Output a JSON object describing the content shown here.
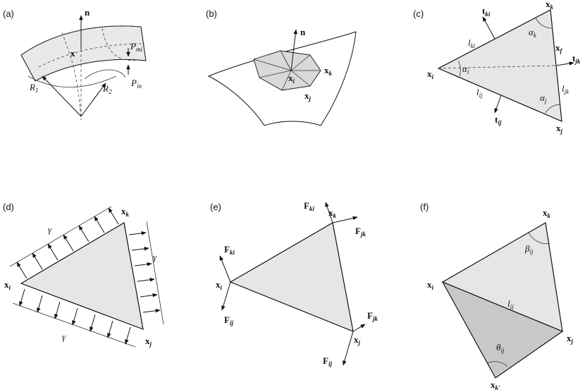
{
  "panels": {
    "a": {
      "label": "(a)",
      "n": "n",
      "x": "x",
      "Pmi": "P",
      "Pmi_sub": "mi",
      "Pin": "P",
      "Pin_sub": "in",
      "R1": "R",
      "R1_sub": "1",
      "R2": "R",
      "R2_sub": "2"
    },
    "b": {
      "label": "(b)",
      "n": "n",
      "xi": "x",
      "xi_sub": "i",
      "xk": "x",
      "xk_sub": "k",
      "xj": "x",
      "xj_sub": "j"
    },
    "c": {
      "label": "(c)",
      "xk": "x",
      "xk_sub": "k",
      "xi": "x",
      "xi_sub": "i",
      "xj": "x",
      "xj_sub": "j",
      "xf": "x",
      "xf_sub": "f",
      "tki": "t",
      "tki_sub": "ki",
      "tjk": "t",
      "tjk_sub": "jk",
      "tij": "t",
      "tij_sub": "ij",
      "lki": "l",
      "lki_sub": "ki",
      "ljk": "l",
      "ljk_sub": "jk",
      "lij": "l",
      "lij_sub": "ij",
      "ak": "α",
      "ak_sub": "k",
      "ai": "α",
      "ai_sub": "i",
      "aj": "α",
      "aj_sub": "j"
    },
    "d": {
      "label": "(d)",
      "xk": "x",
      "xk_sub": "k",
      "xi": "x",
      "xi_sub": "i",
      "xj": "x",
      "xj_sub": "j",
      "gamma": "γ"
    },
    "e": {
      "label": "(e)",
      "xk": "x",
      "xk_sub": "k",
      "xi": "x",
      "xi_sub": "i",
      "xj": "x",
      "xj_sub": "j",
      "Fki_top": "F",
      "Fki_top_sub": "ki",
      "Fjk_top": "F",
      "Fjk_top_sub": "jk",
      "Fki_left": "F",
      "Fki_left_sub": "ki",
      "Fij_left": "F",
      "Fij_left_sub": "ij",
      "Fjk_right": "F",
      "Fjk_right_sub": "jk",
      "Fij_bottom": "F",
      "Fij_bottom_sub": "ij"
    },
    "f": {
      "label": "(f)",
      "xk": "x",
      "xk_sub": "k",
      "xi": "x",
      "xi_sub": "i",
      "xj": "x",
      "xj_sub": "j",
      "xkp": "x",
      "xkp_sub": "k'",
      "beta": "β",
      "beta_sub": "ij",
      "lij": "l",
      "lij_sub": "ij",
      "theta": "θ",
      "theta_sub": "ij"
    }
  },
  "colors": {
    "face": "#e6e6e6",
    "face_dark": "#c8c8c8",
    "stroke": "#111111"
  }
}
